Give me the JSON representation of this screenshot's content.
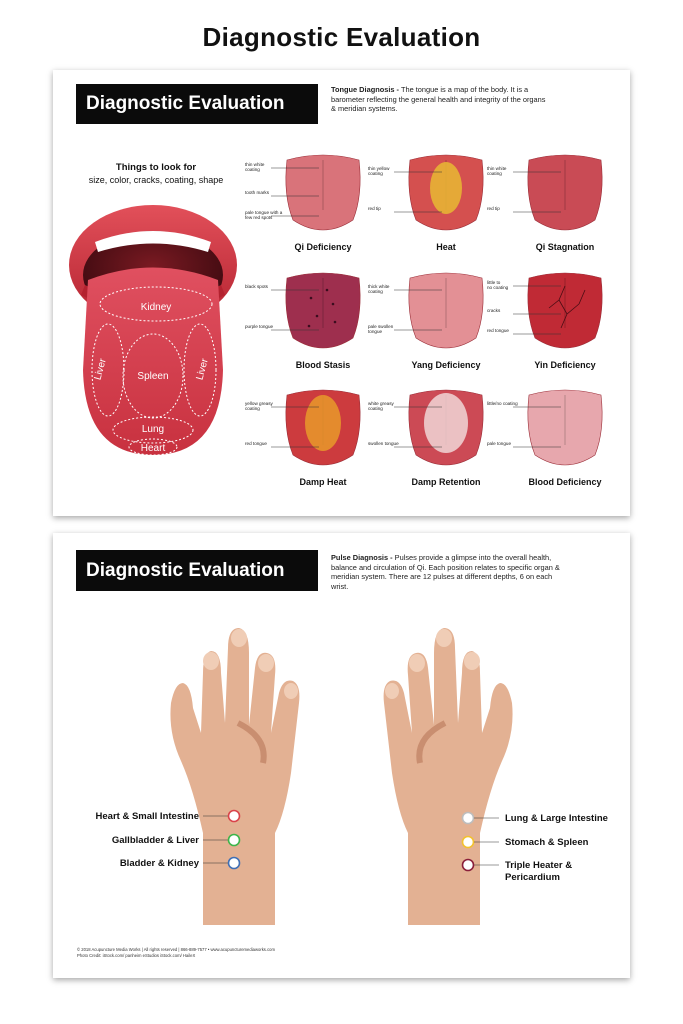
{
  "page_title": "Diagnostic Evaluation",
  "tongue_panel": {
    "header": "Diagnostic Evaluation",
    "intro_bold": "Tongue Diagnosis -",
    "intro_text": " The tongue is a map of the body. It is a barometer reflecting the general health and integrity of the organs & meridian systems.",
    "things_title": "Things to look for",
    "things_sub": "size, color, cracks, coating, shape",
    "zones": {
      "kidney": "Kidney",
      "spleen": "Spleen",
      "liver_left": "Liver",
      "liver_right": "Liver",
      "lung": "Lung",
      "heart": "Heart"
    },
    "tongues": [
      {
        "name": "Qi Deficiency",
        "base": "#d9737a",
        "coat": "none",
        "labels": [
          "thin white coating",
          "tooth marks",
          "pale tongue with a few red spots"
        ]
      },
      {
        "name": "Heat",
        "base": "#d4504f",
        "coat": "yellow",
        "labels": [
          "thin yellow coating",
          "red tip"
        ]
      },
      {
        "name": "Qi Stagnation",
        "base": "#c94b55",
        "coat": "none",
        "labels": [
          "thin white coating",
          "red tip"
        ]
      },
      {
        "name": "Blood Stasis",
        "base": "#9e2f4e",
        "coat": "none",
        "labels": [
          "black spots",
          "purple tongue"
        ]
      },
      {
        "name": "Yang Deficiency",
        "base": "#e39095",
        "coat": "none",
        "labels": [
          "thick white coating",
          "pale swollen tongue"
        ]
      },
      {
        "name": "Yin Deficiency",
        "base": "#c02a35",
        "coat": "cracks",
        "labels": [
          "little to no coating",
          "cracks",
          "red tongue"
        ]
      },
      {
        "name": "Damp Heat",
        "base": "#cc3b3e",
        "coat": "orange",
        "labels": [
          "yellow greasy coating",
          "red tongue"
        ]
      },
      {
        "name": "Damp Retention",
        "base": "#cc4a55",
        "coat": "white",
        "labels": [
          "white greasy coating",
          "swollen tongue"
        ]
      },
      {
        "name": "Blood Deficiency",
        "base": "#e7a7ad",
        "coat": "none",
        "labels": [
          "little/no coating",
          "pale tongue"
        ]
      }
    ]
  },
  "pulse_panel": {
    "header": "Diagnostic Evaluation",
    "intro_bold": "Pulse Diagnosis -",
    "intro_text": " Pulses provide a glimpse into the overall health, balance and circulation of Qi. Each position relates to specific organ & meridian system. There are 12 pulses at different depths, 6 on each wrist.",
    "left_pulses": [
      {
        "label": "Heart & Small Intestine",
        "color": "#d9434a"
      },
      {
        "label": "Gallbladder & Liver",
        "color": "#3db54a"
      },
      {
        "label": "Bladder & Kidney",
        "color": "#3f6fb5"
      }
    ],
    "right_pulses": [
      {
        "label": "Lung & Large Intestine",
        "color": "#bdbdbd"
      },
      {
        "label": "Stomach & Spleen",
        "color": "#f2c12e"
      },
      {
        "label": "Triple Heater &",
        "label2": "Pericardium",
        "color": "#8a1f3a"
      }
    ],
    "footer_1": "© 2018 Acupuncture Media Works | All rights reserved | 866-889-7577 • www.acupuncturemediaworks.com",
    "footer_2": "Photo Credit: iStock.com/ panheim eStudios iStock.com/ HaileX"
  }
}
